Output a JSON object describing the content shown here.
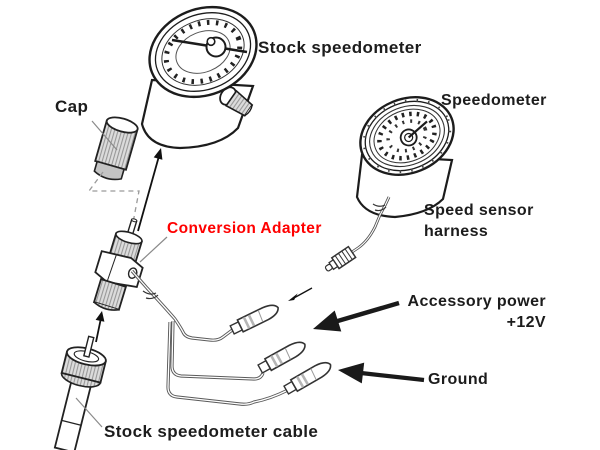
{
  "diagram": {
    "background": "#ffffff",
    "accent_color": "#ff0000",
    "line_color": "#1c1c1c",
    "wire_color": "#5a5a5a",
    "metal_fill": "#dcdcdc",
    "labels": {
      "stock_speedometer": "Stock speedometer",
      "cap": "Cap",
      "speedometer": "Speedometer",
      "conversion_adapter": "Conversion Adapter",
      "speed_sensor_harness": "Speed sensor\nharness",
      "accessory_power": "Accessory power\n+12V",
      "ground": "Ground",
      "stock_speedometer_cable": "Stock speedometer cable"
    },
    "parts": [
      "stock-speedometer-gauge",
      "cap",
      "conversion-adapter",
      "stock-speedometer-cable",
      "speedometer-gauge",
      "speed-sensor-harness-connector",
      "accessory-power-connector",
      "ground-connector"
    ]
  }
}
